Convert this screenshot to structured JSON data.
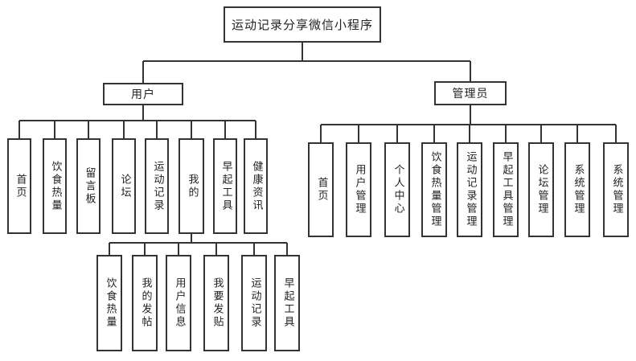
{
  "root": {
    "label": "运动记录分享微信小程序"
  },
  "user": {
    "label": "用户",
    "children": [
      "首页",
      "饮食热量",
      "留言板",
      "论坛",
      "运动记录",
      "我的",
      "早起工具",
      "健康资讯"
    ],
    "mine_children": [
      "饮食热量",
      "我的发帖",
      "用户信息",
      "我要发贴",
      "运动记录",
      "早起工具"
    ]
  },
  "admin": {
    "label": "管理员",
    "children": [
      "首页",
      "用户管理",
      "个人中心",
      "饮食热量管理",
      "运动记录管理",
      "早起工具管理",
      "论坛管理",
      "系统管理",
      "系统管理"
    ]
  }
}
